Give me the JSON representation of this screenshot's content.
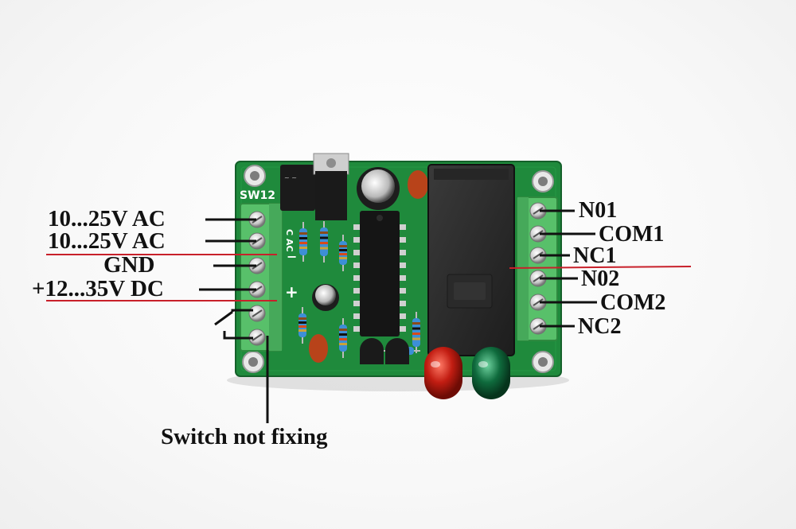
{
  "board": {
    "silkscreen": "SW12",
    "terminal_marks": [
      "C",
      "AC",
      "−",
      "+"
    ]
  },
  "labels": {
    "left": [
      "10...25V  AC",
      "10...25V  AC",
      "GND",
      "+12...35V  DC"
    ],
    "right": [
      "N01",
      "COM1",
      "NC1",
      "N02",
      "COM2",
      "NC2"
    ],
    "bottom": "Switch not fixing"
  },
  "colors": {
    "pcb": "#1f8a3c",
    "terminal_block": "#58c06a",
    "relay": "#2f2f2f",
    "red_line": "#c8202a",
    "led_red": "#c21d12",
    "led_green": "#0f6b3d"
  }
}
